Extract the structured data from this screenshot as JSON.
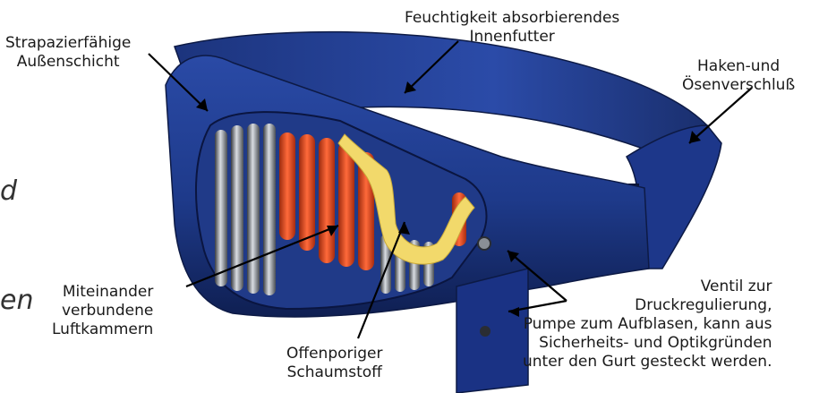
{
  "labels": {
    "outer_layer": "Strapazierfähige\nAußenschicht",
    "inner_lining": "Feuchtigkeit absorbierendes\nInnenfutter",
    "closure": "Haken-und\nÖsenverschluß",
    "air_chambers": "Miteinander\nverbundene\nLuftkammern",
    "foam": "Offenporiger\nSchaumstoff",
    "valve_pump": "Ventil zur\nDruckregulierung,\nPumpe zum Aufblasen, kann aus\nSicherheits- und Optikgründen\nunter den Gurt gesteckt werden."
  },
  "fragments": {
    "left_top": "d",
    "left_bottom": "en"
  },
  "colors": {
    "belt_blue": "#1e3a8a",
    "belt_dark": "#0f1f52",
    "chamber_red": "#e0401a",
    "foam_yellow": "#f2d96b",
    "metal_grey": "#8a8f96"
  }
}
